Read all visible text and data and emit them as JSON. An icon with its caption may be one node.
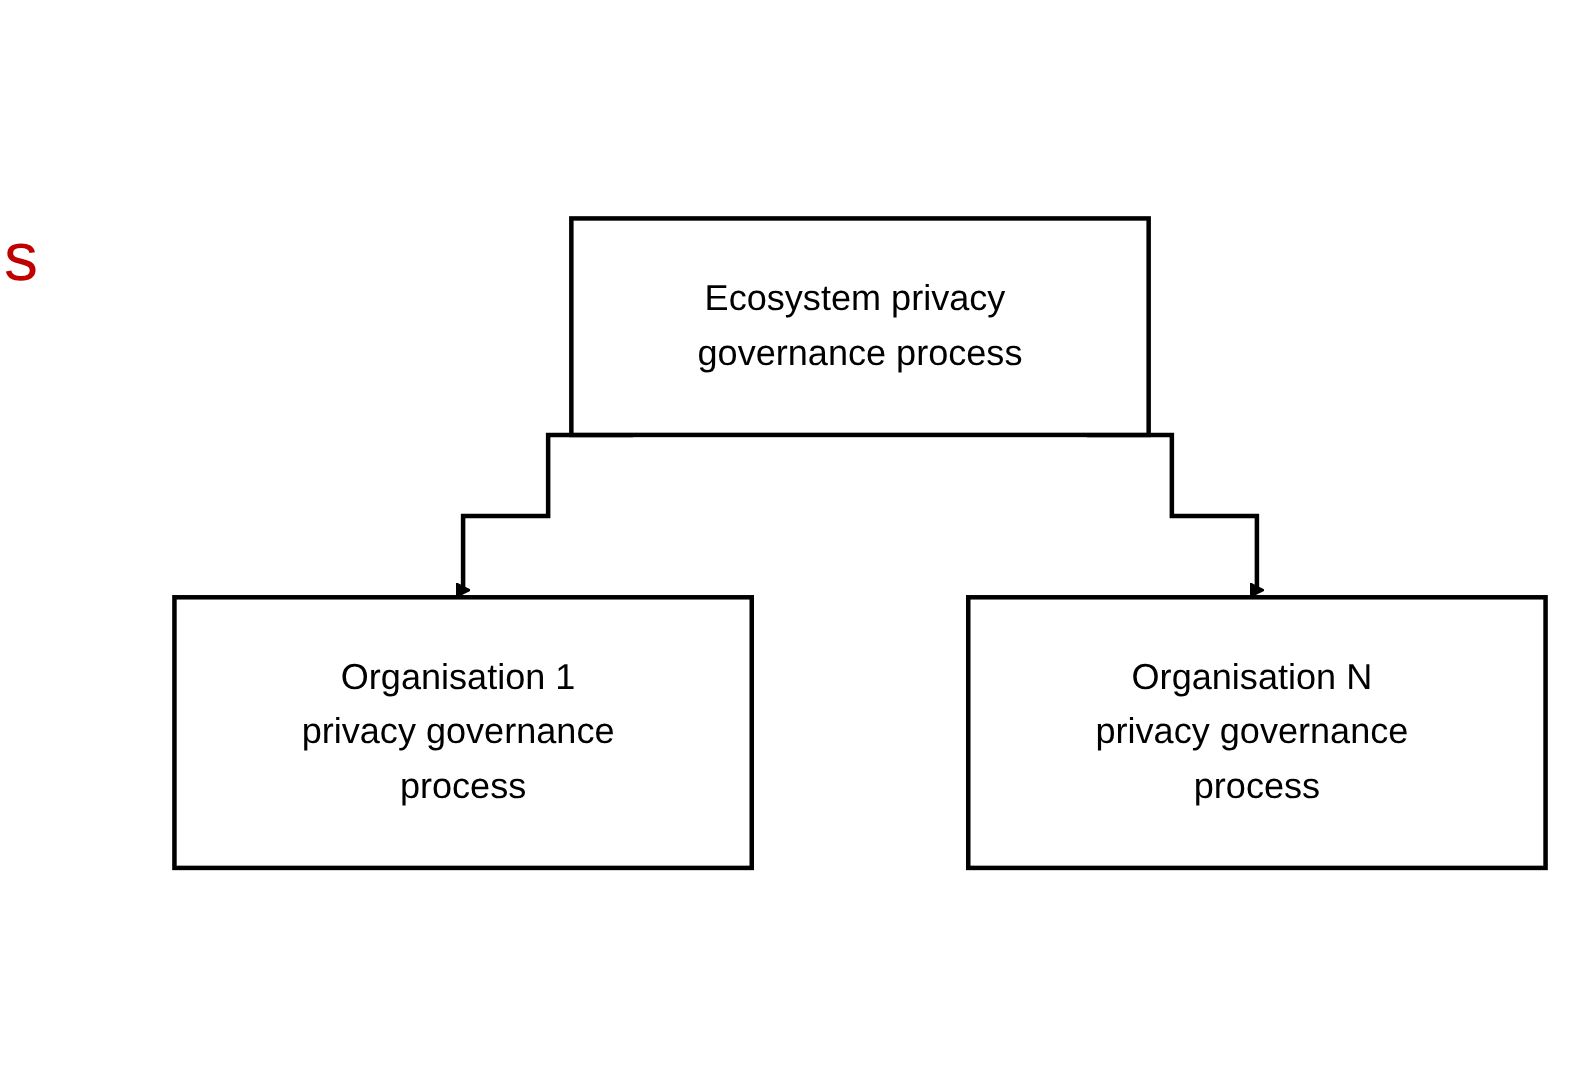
{
  "diagram": {
    "nodes": [
      {
        "text": [
          "Ecosystem privacy governance process"
        ]
      },
      {
        "text": [
          "Organisation 1 privacy governance process"
        ]
      },
      {
        "text": [
          "Organisation N privacy governance process"
        ]
      }
    ],
    "edges": [
      {
        "from": 0,
        "to": 1,
        "arrow": "to"
      },
      {
        "from": 0,
        "to": 2,
        "arrow": "to"
      }
    ],
    "labels": [
      "s"
    ]
  }
}
